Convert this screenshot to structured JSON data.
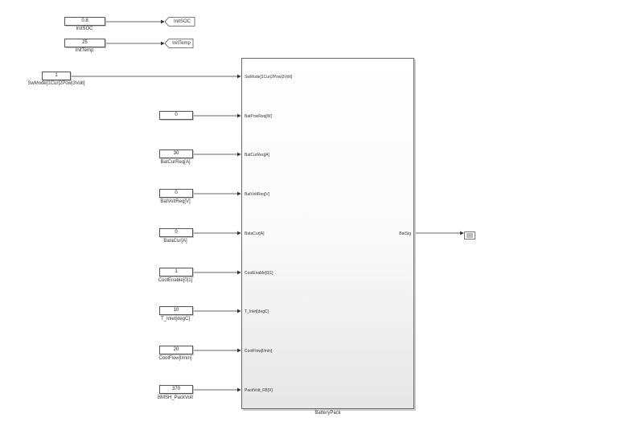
{
  "top_constants": [
    {
      "value": "0.8",
      "label": "InitSOC",
      "tag": "InitSOC"
    },
    {
      "value": "25",
      "label": "InitTemp",
      "tag": "InitTemp"
    }
  ],
  "mode_input": {
    "value": "1",
    "label": "SwMode[1Cur|2Pow|3Volt]"
  },
  "inputs": [
    {
      "value": "0",
      "label": ""
    },
    {
      "value": "30",
      "label": "BatCurReq[A]"
    },
    {
      "value": "0",
      "label": "BatVoltReq[V]"
    },
    {
      "value": "0",
      "label": "BataCur[A]"
    },
    {
      "value": "1",
      "label": "CoolEnable[0|1]"
    },
    {
      "value": "10",
      "label": "T_Inlet[degC]"
    },
    {
      "value": "20",
      "label": "CoolFlow[l/min]"
    },
    {
      "value": "370",
      "label": "BMSH_PackVolt"
    }
  ],
  "subsystem": {
    "name": "BatteryPack",
    "in_ports": [
      "SwMode[1Cur|2Pow|3Volt]",
      "BatPowReq[W]",
      "BatCurReq[A]",
      "BatVoltReq[V]",
      "BataCur[A]",
      "CoolEnable[0|1]",
      "T_Inlet[degC]",
      "CoolFlow[l/min]",
      "PackVolt_FB[V]"
    ],
    "out_port": "BatSig"
  },
  "colors": {
    "line": "#333333",
    "border": "#555555"
  },
  "icons": {
    "terminator": "bus-terminator-icon",
    "goto": "goto-tag-icon"
  }
}
